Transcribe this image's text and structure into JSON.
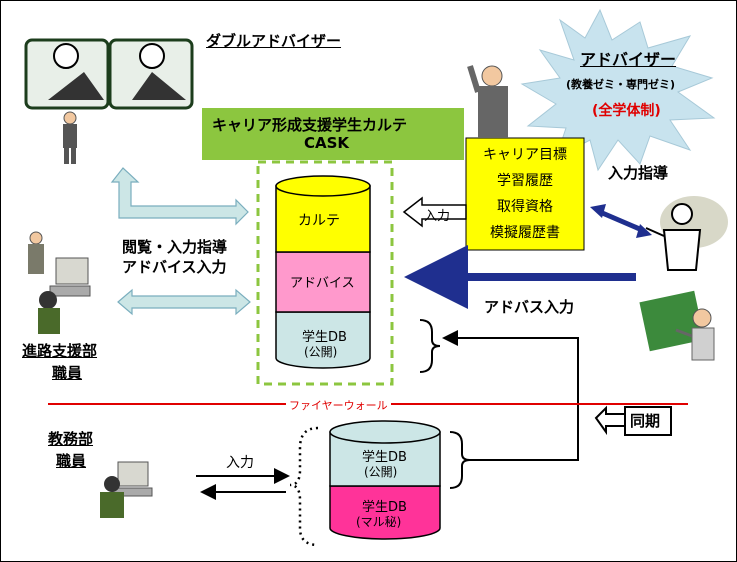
{
  "title_top_left": "ダブルアドバイザー",
  "advisor": {
    "title": "アドバイザー",
    "sub": "(教養ゼミ・専門ゼミ)",
    "system": "(全学体制)"
  },
  "cask": {
    "title_line1": "キャリア形成支援学生カルテ",
    "title_line2": "CASK"
  },
  "db_top": {
    "karte": "カルテ",
    "advice": "アドバイス",
    "public_line1": "学生DB",
    "public_line2": "(公開)"
  },
  "db_bottom": {
    "public_line1": "学生DB",
    "public_line2": "(公開)",
    "secret_line1": "学生DB",
    "secret_line2": "(マル秘)"
  },
  "career_box": [
    "キャリア目標",
    "学習履歴",
    "取得資格",
    "模擬履歴書"
  ],
  "labels": {
    "input": "入力",
    "input_guidance": "入力指導",
    "advice_input": "アドバス入力",
    "view_line1": "閲覧・入力指導",
    "view_line2": "アドバイス入力",
    "career_support_line1": "進路支援部",
    "career_support_line2": "職員",
    "academic_line1": "教務部",
    "academic_line2": "職員",
    "firewall": "ファイヤーウォール",
    "sync": "同期",
    "input_bottom": "入力"
  },
  "colors": {
    "green": "#8cc63f",
    "yellow": "#ffff00",
    "pink": "#ff99cc",
    "lightblue": "#cce6e6",
    "magenta": "#ff3399",
    "navy": "#1f2f8f",
    "red": "#e00000",
    "starburst": "#c8e3ee"
  }
}
